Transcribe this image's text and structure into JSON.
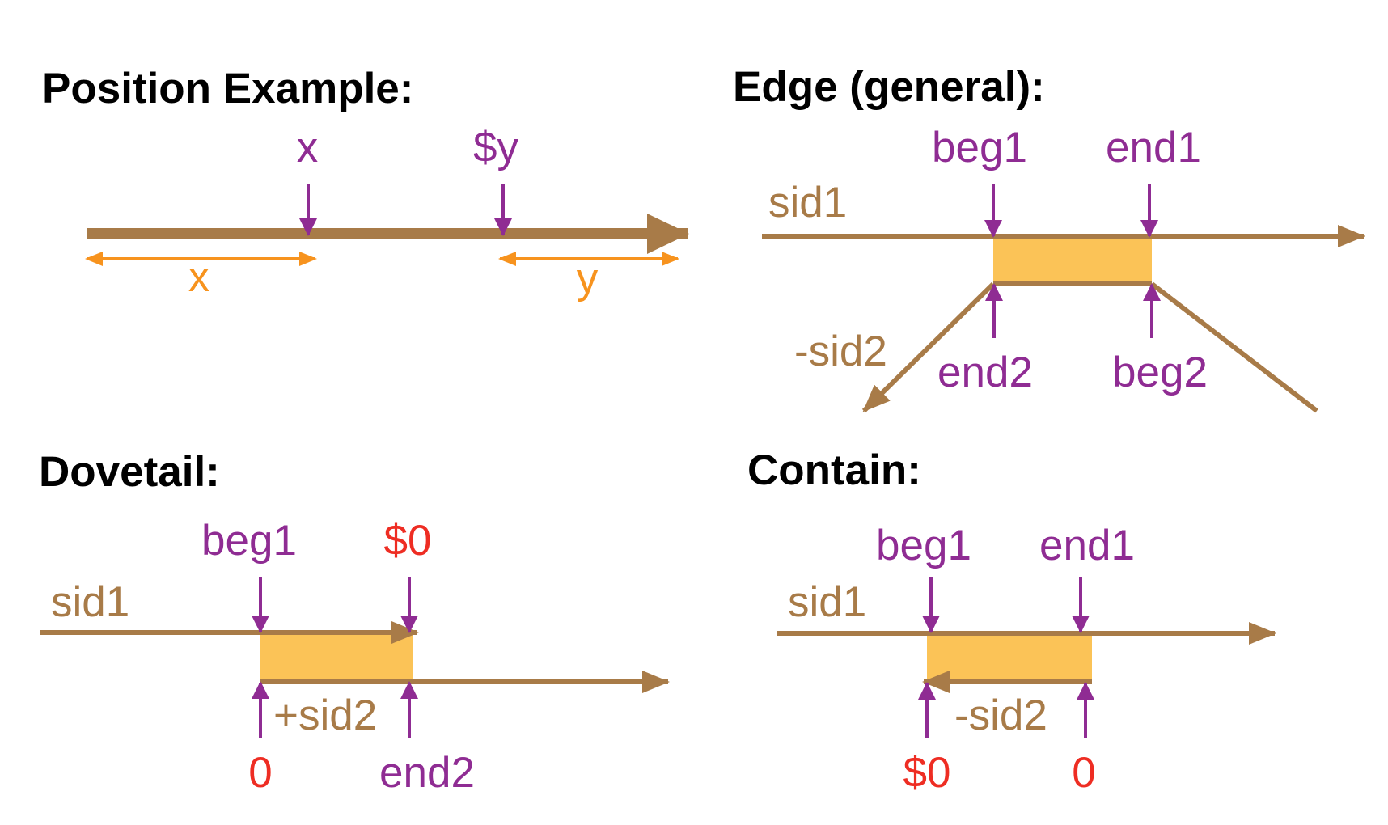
{
  "colors": {
    "line": "#A87B48",
    "purple": "#8F2C93",
    "red": "#EE2D23",
    "orange": "#F7931E",
    "fill": "#FBC357",
    "title": "#000000"
  },
  "position_example": {
    "title": "Position Example:",
    "x_top": "x",
    "y_top": "$y",
    "x_bottom": "x",
    "y_bottom": "y"
  },
  "edge": {
    "title": "Edge (general):",
    "sid1": "sid1",
    "beg1": "beg1",
    "end1": "end1",
    "neg_sid2": "-sid2",
    "end2": "end2",
    "beg2": "beg2"
  },
  "dovetail": {
    "title": "Dovetail:",
    "sid1": "sid1",
    "beg1": "beg1",
    "dollar0": "$0",
    "plus_sid2": "+sid2",
    "zero": "0",
    "end2": "end2"
  },
  "contain": {
    "title": "Contain:",
    "sid1": "sid1",
    "beg1": "beg1",
    "end1": "end1",
    "neg_sid2": "-sid2",
    "dollar0": "$0",
    "zero": "0"
  }
}
